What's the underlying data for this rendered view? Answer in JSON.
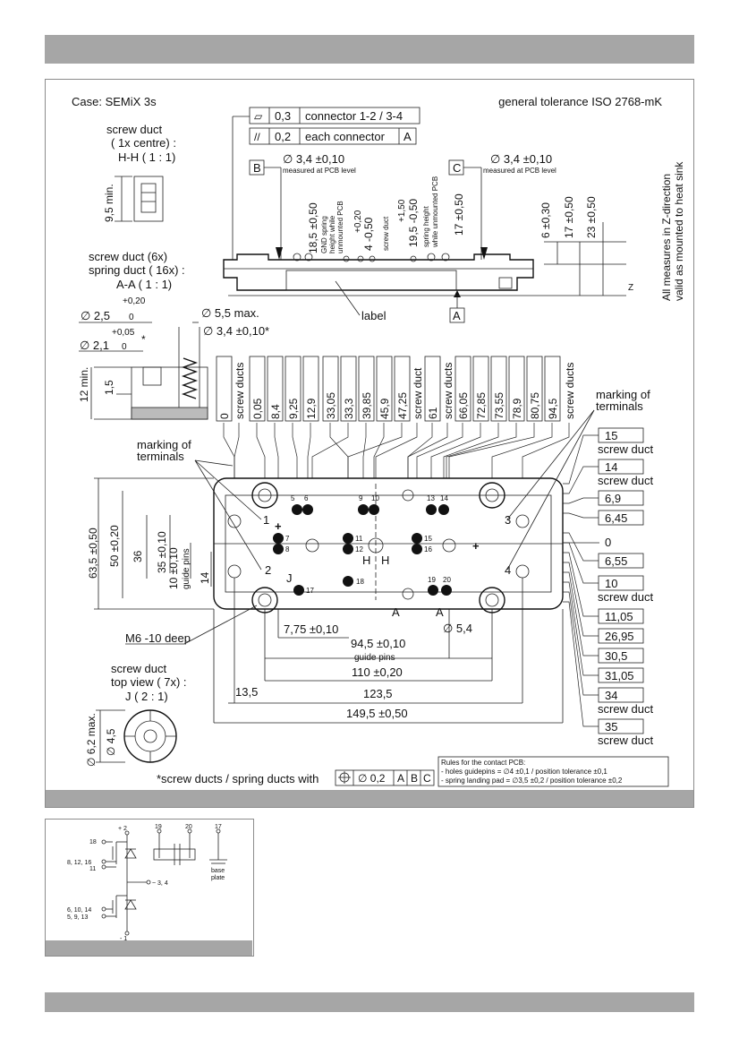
{
  "header": {
    "case": "Case: SEMiX 3s",
    "tolerance": "general tolerance ISO 2768-mK"
  },
  "flatness": {
    "row1": {
      "symbol": "▱",
      "value": "0,3",
      "text": "connector 1-2 / 3-4"
    },
    "row2": {
      "symbol": "//",
      "value": "0,2",
      "text": "each connector",
      "ref": "A"
    }
  },
  "refs": {
    "B": "B",
    "C": "C",
    "A": "A"
  },
  "diam_notes": {
    "left_val": "∅ 3,4 ±0,10",
    "left_note": "measured at PCB level",
    "right_val": "∅ 3,4 ±0,10",
    "right_note": "measured at PCB level"
  },
  "section_hh": {
    "l1": "screw duct",
    "l2": "( 1x centre)  :",
    "l3": "H-H   ( 1 : 1)",
    "dim": "9,5 min."
  },
  "section_aa": {
    "l1": "screw duct  (6x)",
    "l2": "spring duct  ( 16x)   :",
    "l3": "A-A   ( 1 : 1)",
    "d25": "∅ 2,5",
    "d25tol": "+0,20",
    "d25zero": "0",
    "d21": "∅ 2,1",
    "d21tol": "+0,05",
    "d21zero": "0",
    "star": "*",
    "d55": "∅ 5,5 max.",
    "d34": "∅ 3,4 ±0,10*",
    "h12": "12 min.",
    "h15": "1,5"
  },
  "side_view": {
    "v1": "18,5 ±0,50",
    "v1note1": "GND spring",
    "v1note2": "height while",
    "v1note3": "unmounted PCB",
    "v2": "+0,20",
    "v3": "4 -0,50",
    "v4": "screw duct",
    "v5": "+1,50",
    "v6": "19,5 -0,50",
    "v6note1": "spring height",
    "v6note2": "while unmounted PCB",
    "v7": "17 ±0,50",
    "v8": "6 ±0,30",
    "v9": "17 ±0,50",
    "v10": "23 ±0,50",
    "label": "label",
    "z": "Z",
    "side_note1": "All measures in Z-direction",
    "side_note2": "valid as mounted to heat sink"
  },
  "top_dims": [
    "0",
    "screw ducts",
    "0,05",
    "8,4",
    "9,25",
    "12,9",
    "33,05",
    "33,3",
    "39,85",
    "45,9",
    "47,25",
    "screw duct",
    "61",
    "screw ducts",
    "66,05",
    "72,85",
    "73,55",
    "78,9",
    "80,75",
    "94,5",
    "screw ducts"
  ],
  "right_dims": {
    "title1": "marking of",
    "title2": "terminals",
    "items": [
      {
        "v": "15",
        "note": "screw duct"
      },
      {
        "v": "14",
        "note": "screw duct"
      },
      {
        "v": "6,9",
        "note": ""
      },
      {
        "v": "6,45",
        "note": ""
      },
      {
        "v": "0",
        "note": ""
      },
      {
        "v": "6,55",
        "note": ""
      },
      {
        "v": "10",
        "note": "screw duct"
      },
      {
        "v": "11,05",
        "note": ""
      },
      {
        "v": "26,95",
        "note": ""
      },
      {
        "v": "30,5",
        "note": ""
      },
      {
        "v": "31,05",
        "note": ""
      },
      {
        "v": "34",
        "note": "screw duct"
      },
      {
        "v": "35",
        "note": "screw duct"
      }
    ]
  },
  "left_dims": {
    "title1": "marking of",
    "title2": "terminals",
    "d635": "63,5 ±0,50",
    "d50": "50 ±0,20",
    "d36": "36",
    "d35": "35 ±0,10",
    "d10": "10 ±0,10",
    "guide": "guide pins",
    "d14": "14",
    "m6": "M6 -10 deep"
  },
  "terminals": [
    "1",
    "2",
    "3",
    "4",
    "5",
    "6",
    "7",
    "8",
    "9",
    "10",
    "11",
    "12",
    "13",
    "14",
    "15",
    "16",
    "17",
    "18",
    "19",
    "20",
    "J",
    "H",
    "H",
    "A",
    "A"
  ],
  "bottom_dims": {
    "d775": "7,75 ±0,10",
    "d54": "∅ 5,4",
    "d945": "94,5 ±0,10",
    "guide": "guide pins",
    "d110": "110 ±0,20",
    "d135": "13,5",
    "d1235": "123,5",
    "d1495": "149,5 ±0,50"
  },
  "view_j": {
    "l1": "screw duct",
    "l2": "top view  ( 7x)   :",
    "l3": "J    ( 2 : 1)",
    "d62": "∅ 6,2 max.",
    "d45": "∅ 4,5"
  },
  "footer_note": {
    "text": "*screw ducts / spring ducts with",
    "tol": "∅ 0,2",
    "refs": [
      "A",
      "B",
      "C"
    ]
  },
  "pcb_rules": {
    "title": "Rules for the contact PCB:",
    "r1": "- holes guidepins  =  ∅4  ±0,1 / position tolerance ±0,1",
    "r2": "- spring landing pad  =  ∅3,5  ±0,2 / position tolerance  ±0,2"
  },
  "schematic": {
    "p2": "+ 2",
    "p19": "19",
    "p20": "20",
    "p17": "17",
    "p18": "18",
    "p81216": "8, 12, 16",
    "p11": "11",
    "p34": "~ 3, 4",
    "p61014": "6, 10, 14",
    "p5913": "5, 9, 13",
    "p1": "- 1",
    "base1": "base",
    "base2": "plate"
  }
}
